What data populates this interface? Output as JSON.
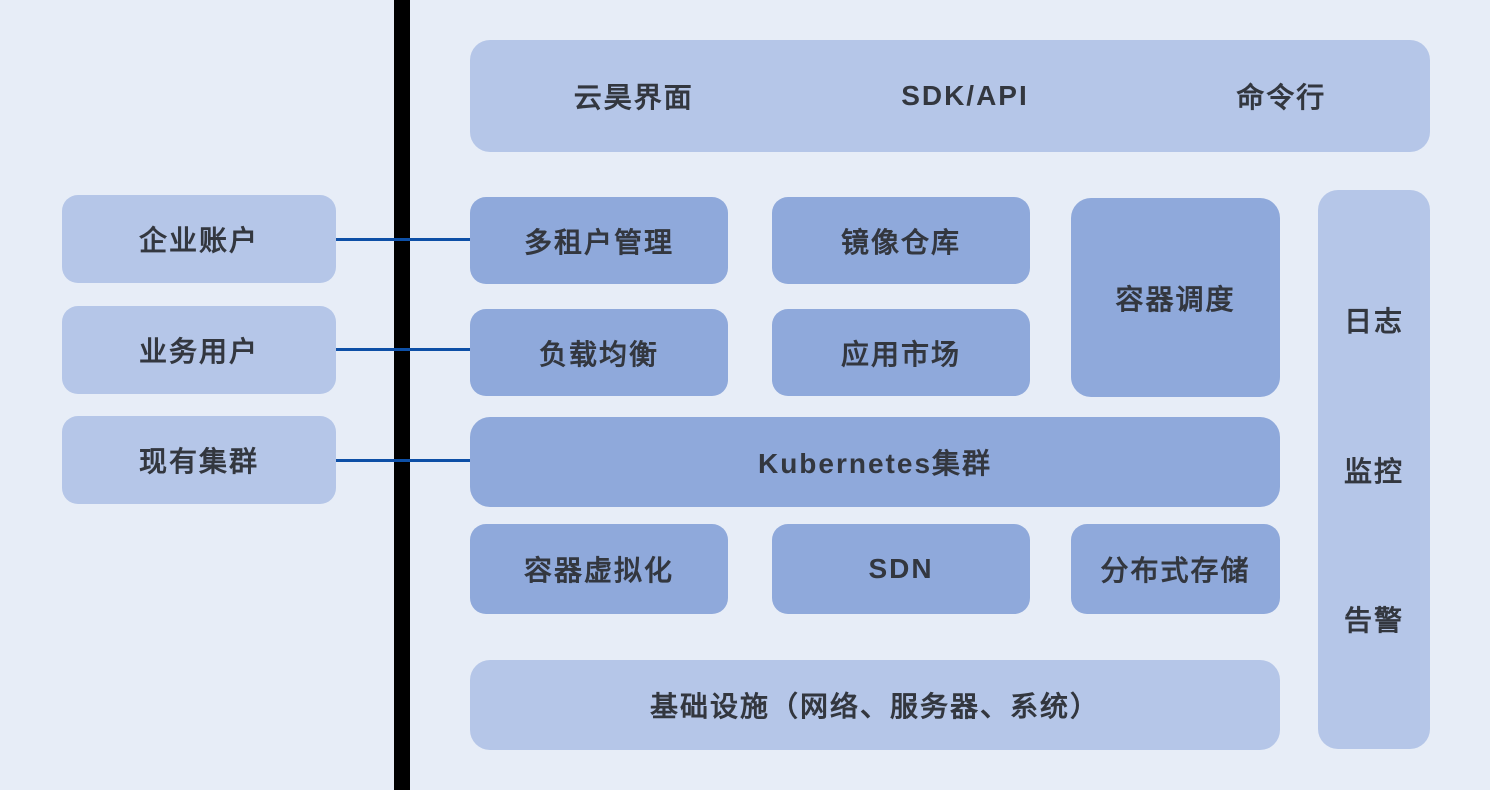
{
  "diagram": {
    "title_semantic": "container-platform-architecture",
    "colors": {
      "background": "#e7edf7",
      "light_box": "#b5c6e8",
      "dark_box": "#8fa9db",
      "connector_line": "#0d4fa6",
      "divider": "#000000",
      "text": "#33373f"
    },
    "left_nodes": [
      {
        "label": "企业账户"
      },
      {
        "label": "业务用户"
      },
      {
        "label": "现有集群"
      }
    ],
    "access_bar": {
      "items": [
        {
          "label": "云昊界面"
        },
        {
          "label": "SDK/API"
        },
        {
          "label": "命令行"
        }
      ]
    },
    "platform_nodes": {
      "multi_tenant": "多租户管理",
      "image_registry": "镜像仓库",
      "container_scheduling": "容器调度",
      "load_balancing": "负载均衡",
      "app_marketplace": "应用市场",
      "kubernetes_cluster": "Kubernetes集群",
      "container_virtualization": "容器虚拟化",
      "sdn": "SDN",
      "distributed_storage": "分布式存储",
      "infrastructure": "基础设施（网络、服务器、系统）"
    },
    "ops_bar": {
      "items": [
        {
          "label": "日志"
        },
        {
          "label": "监控"
        },
        {
          "label": "告警"
        }
      ]
    }
  }
}
